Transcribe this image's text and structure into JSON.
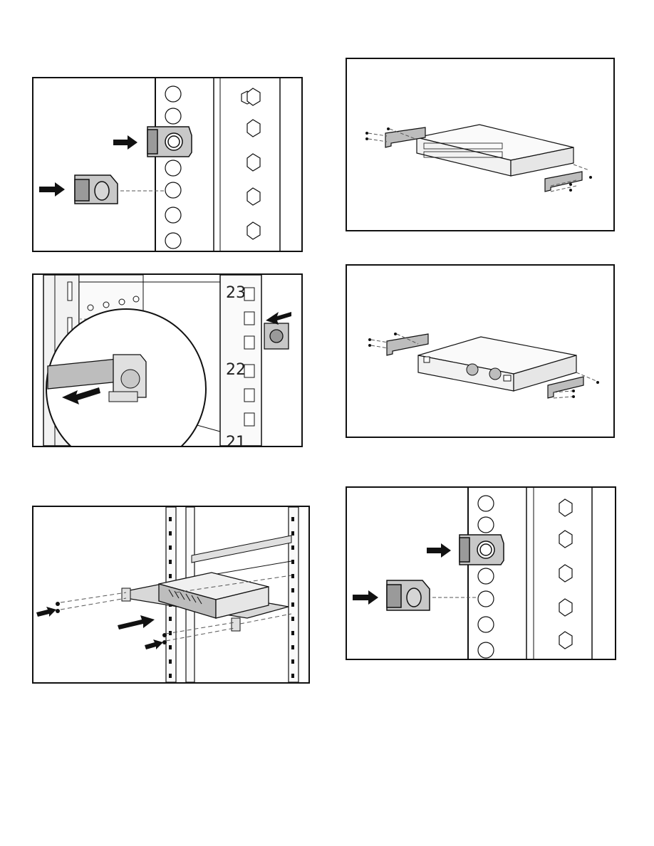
{
  "page": {
    "title": ""
  },
  "figures": [
    {
      "id": "cage-nut-insert-1",
      "description_visible_text": []
    },
    {
      "id": "cage-nut-removal",
      "rack_unit_labels": [
        "23",
        "22",
        "21"
      ]
    },
    {
      "id": "shelf-install",
      "description_visible_text": []
    },
    {
      "id": "front-brackets",
      "description_visible_text": []
    },
    {
      "id": "rear-brackets",
      "description_visible_text": []
    },
    {
      "id": "cage-nut-insert-2",
      "description_visible_text": []
    }
  ],
  "colors": {
    "line": "#111111",
    "fill_gray": "#bdbdbd",
    "fill_light": "#e6e6e6"
  }
}
